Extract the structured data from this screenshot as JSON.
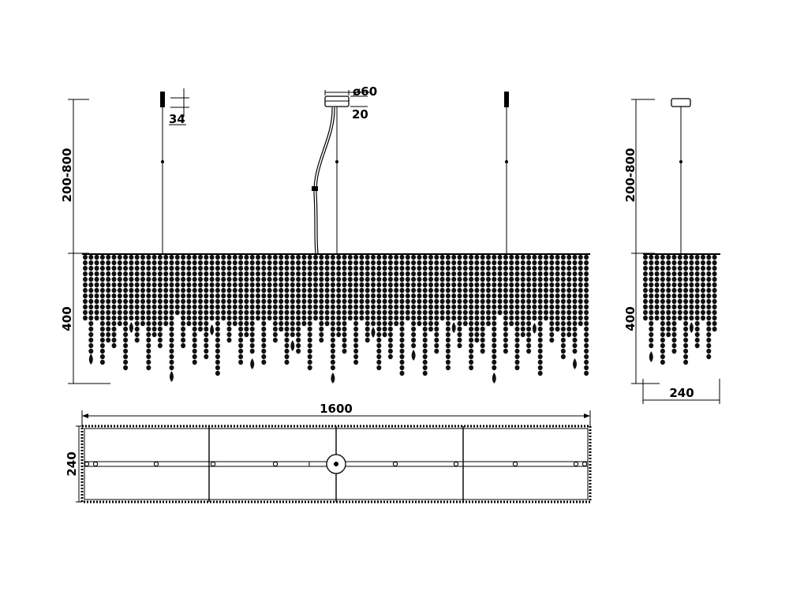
{
  "dimensions": {
    "front_drop": "200-800",
    "front_body_height": "400",
    "side_drop": "200-800",
    "side_body_height": "400",
    "side_width": "240",
    "top_length": "1600",
    "top_width": "240",
    "canopy_diameter": "ø60",
    "canopy_height": "20",
    "hook_height": "34"
  },
  "colors": {
    "line": "#000000",
    "bead": "#111111",
    "top_outline": "#c8b400"
  }
}
